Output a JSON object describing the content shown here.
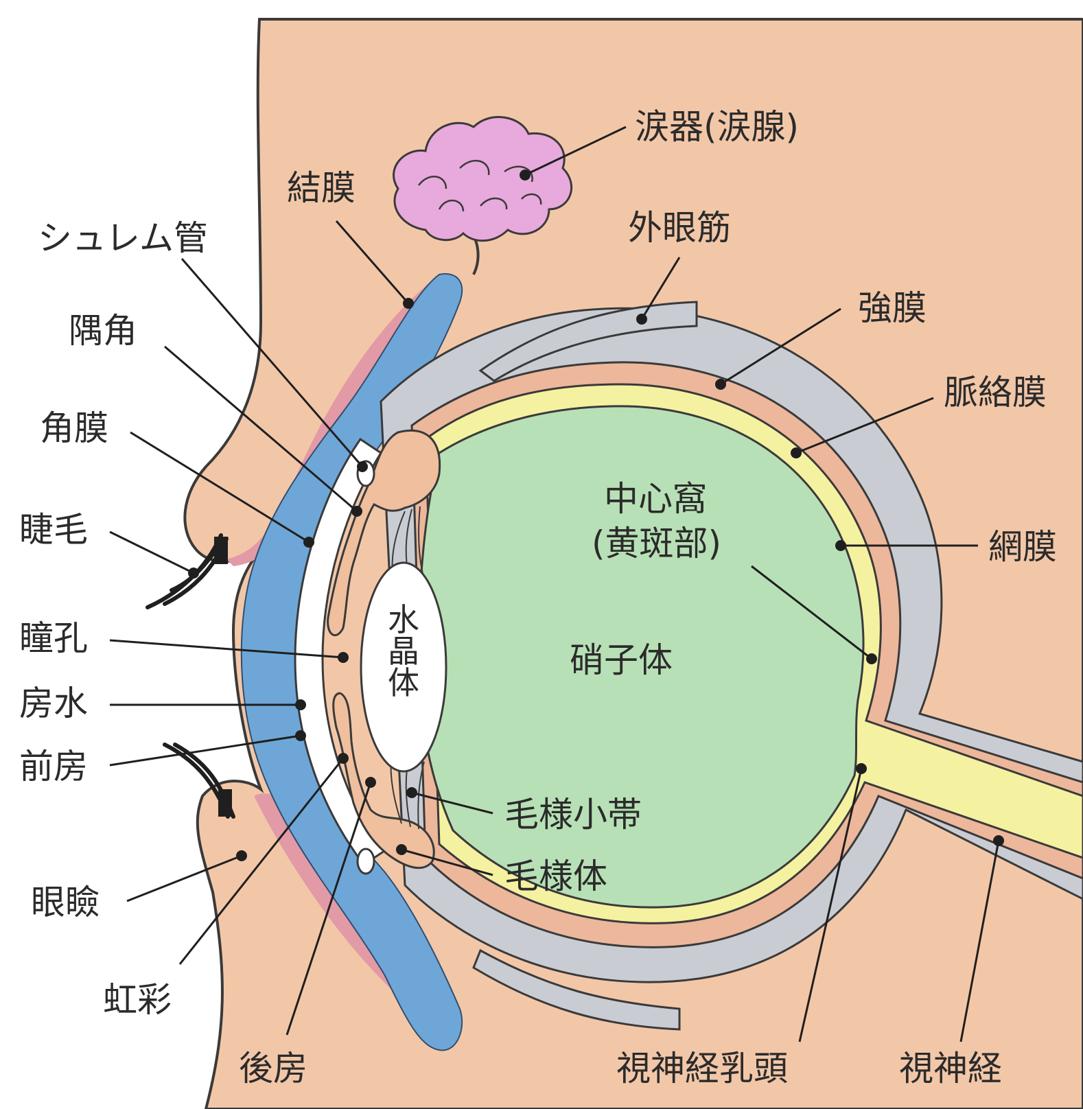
{
  "colors": {
    "background": "#ffffff",
    "skin": "#f2c7a8",
    "skin_outline": "#3a3a3a",
    "eyelid_rim": "#e29aa6",
    "conjunctiva": "#6fa6d8",
    "sclera_gray": "#c9cdd3",
    "choroid": "#edb79b",
    "retina": "#f4f1a1",
    "vitreous": "#b8e0b6",
    "lens": "#ffffff",
    "iris": "#efbf9e",
    "lacrimal_gland": "#e8a9dc",
    "leader_line": "#1f1f1f"
  },
  "labels": {
    "lacrimal": "涙器(涙腺)",
    "conjunctiva": "結膜",
    "schlemm": "シュレム管",
    "extraocular": "外眼筋",
    "angle": "隅角",
    "sclera": "強膜",
    "choroid": "脈絡膜",
    "cornea": "角膜",
    "fovea_line1": "中心窩",
    "fovea_line2": "(黄斑部)",
    "eyelash": "睫毛",
    "retina": "網膜",
    "pupil": "瞳孔",
    "lens": "水\n晶\n体",
    "vitreous": "硝子体",
    "aqueous": "房水",
    "anterior_chamber": "前房",
    "zonule": "毛様小帯",
    "ciliary_body": "毛様体",
    "eyelid": "眼瞼",
    "iris": "虹彩",
    "posterior_chamber": "後房",
    "optic_disc": "視神経乳頭",
    "optic_nerve": "視神経"
  }
}
